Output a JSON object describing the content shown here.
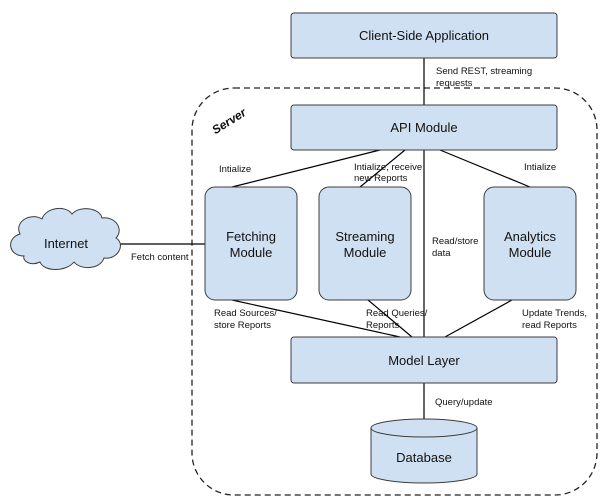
{
  "colors": {
    "box_fill": "#cfe0f3",
    "box_stroke": "#3c3c3c",
    "line": "#000000"
  },
  "nodes": {
    "client": "Client-Side Application",
    "api": "API Module",
    "fetching_1": "Fetching",
    "fetching_2": "Module",
    "streaming_1": "Streaming",
    "streaming_2": "Module",
    "analytics_1": "Analytics",
    "analytics_2": "Module",
    "model": "Model Layer",
    "database": "Database",
    "internet": "Internet"
  },
  "server_label": "Server",
  "edge_labels": {
    "rest_1": "Send REST, streaming",
    "rest_2": "requests",
    "init_fetch": "Intialize",
    "init_stream_1": "Intialize, receive",
    "init_stream_2": "new Reports",
    "init_analytics": "Intialize",
    "fetch_content": "Fetch content",
    "readstore_1": "Read/store",
    "readstore_2": "data",
    "readsrc_1": "Read Sources/",
    "readsrc_2": "store Reports",
    "readq_1": "Read Queries/",
    "readq_2": "Reports",
    "trends_1": "Update Trends,",
    "trends_2": "read Reports",
    "query": "Query/update"
  }
}
